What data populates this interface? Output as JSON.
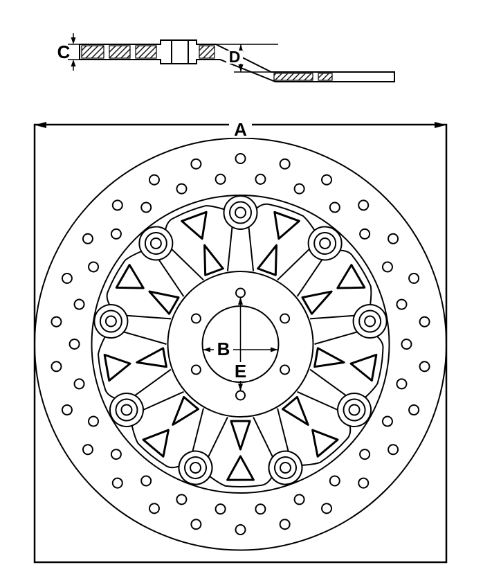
{
  "labels": {
    "outer_diameter": "A",
    "bore_diameter": "B",
    "thickness": "C",
    "offset": "D",
    "bolt_circle": "E"
  },
  "colors": {
    "line": "#000000",
    "background": "#ffffff"
  }
}
